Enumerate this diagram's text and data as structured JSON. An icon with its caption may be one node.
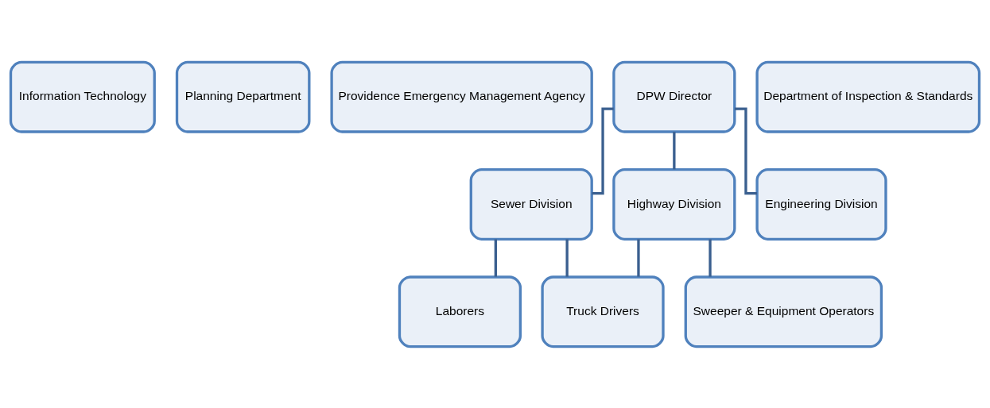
{
  "diagram": {
    "nodes": [
      {
        "text": [
          "Information Technology"
        ]
      },
      {
        "text": [
          "Planning Department"
        ]
      },
      {
        "text": [
          "Providence Emergency Management Agency"
        ]
      },
      {
        "text": [
          "DPW Director"
        ]
      },
      {
        "text": [
          "Department of Inspection & Standards"
        ]
      },
      {
        "text": [
          "Sewer Division"
        ]
      },
      {
        "text": [
          "Highway Division"
        ]
      },
      {
        "text": [
          "Engineering Division"
        ]
      },
      {
        "text": [
          "Laborers"
        ]
      },
      {
        "text": [
          "Truck Drivers"
        ]
      },
      {
        "text": [
          "Sweeper & Equipment Operators"
        ]
      }
    ],
    "edges": [
      {
        "from": 3,
        "to": 5,
        "arrow": "none"
      },
      {
        "from": 3,
        "to": 6,
        "arrow": "none"
      },
      {
        "from": 3,
        "to": 7,
        "arrow": "none"
      },
      {
        "from": 5,
        "to": 8,
        "arrow": "none"
      },
      {
        "from": 5,
        "to": 9,
        "arrow": "none"
      },
      {
        "from": 6,
        "to": 9,
        "arrow": "none"
      },
      {
        "from": 6,
        "to": 10,
        "arrow": "none"
      }
    ]
  }
}
